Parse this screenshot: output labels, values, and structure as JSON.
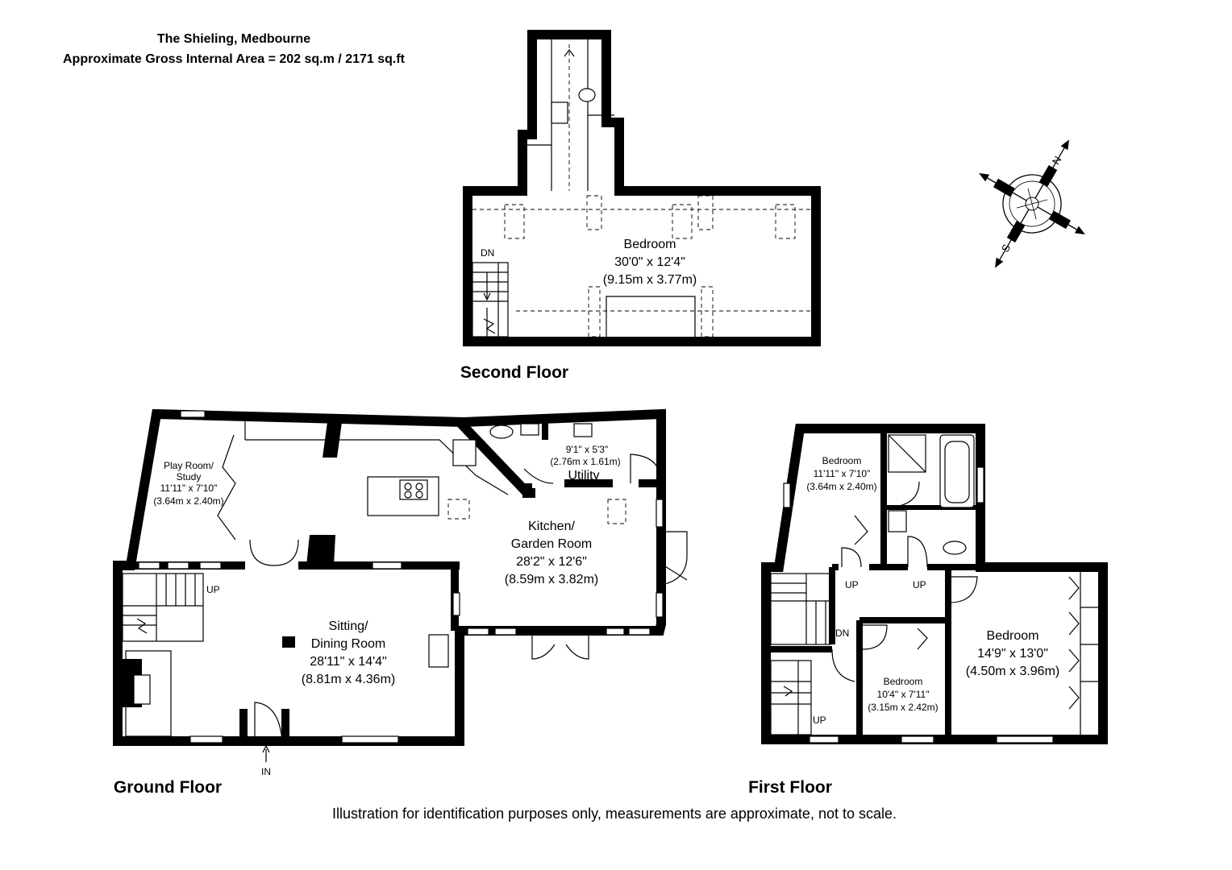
{
  "header": {
    "title": "The Shieling, Medbourne",
    "area": "Approximate Gross Internal Area = 202 sq.m / 2171 sq.ft"
  },
  "floors": {
    "second": "Second Floor",
    "ground": "Ground Floor",
    "first": "First Floor"
  },
  "rooms": {
    "sf_bedroom": {
      "name": "Bedroom",
      "imperial": "30'0\" x 12'4\"",
      "metric": "(9.15m x 3.77m)"
    },
    "play_room": {
      "name1": "Play Room/",
      "name2": "Study",
      "imperial": "11'11\" x 7'10\"",
      "metric": "(3.64m x 2.40m)"
    },
    "utility": {
      "imperial": "9'1\" x 5'3\"",
      "metric": "(2.76m x 1.61m)",
      "name": "Utility"
    },
    "kitchen": {
      "name1": "Kitchen/",
      "name2": "Garden Room",
      "imperial": "28'2\" x 12'6\"",
      "metric": "(8.59m x 3.82m)"
    },
    "sitting": {
      "name1": "Sitting/",
      "name2": "Dining Room",
      "imperial": "28'11\" x 14'4\"",
      "metric": "(8.81m x 4.36m)"
    },
    "ff_bedroom1": {
      "name": "Bedroom",
      "imperial": "11'11\" x 7'10\"",
      "metric": "(3.64m x 2.40m)"
    },
    "ff_bedroom2": {
      "name": "Bedroom",
      "imperial": "14'9\" x 13'0\"",
      "metric": "(4.50m x 3.96m)"
    },
    "ff_bedroom3": {
      "name": "Bedroom",
      "imperial": "10'4\" x 7'11\"",
      "metric": "(3.15m x 2.42m)"
    }
  },
  "markers": {
    "dn": "DN",
    "up": "UP",
    "in": "IN"
  },
  "compass": {
    "north": "N",
    "south": "S"
  },
  "footer": "Illustration for identification purposes only, measurements are approximate, not to scale."
}
